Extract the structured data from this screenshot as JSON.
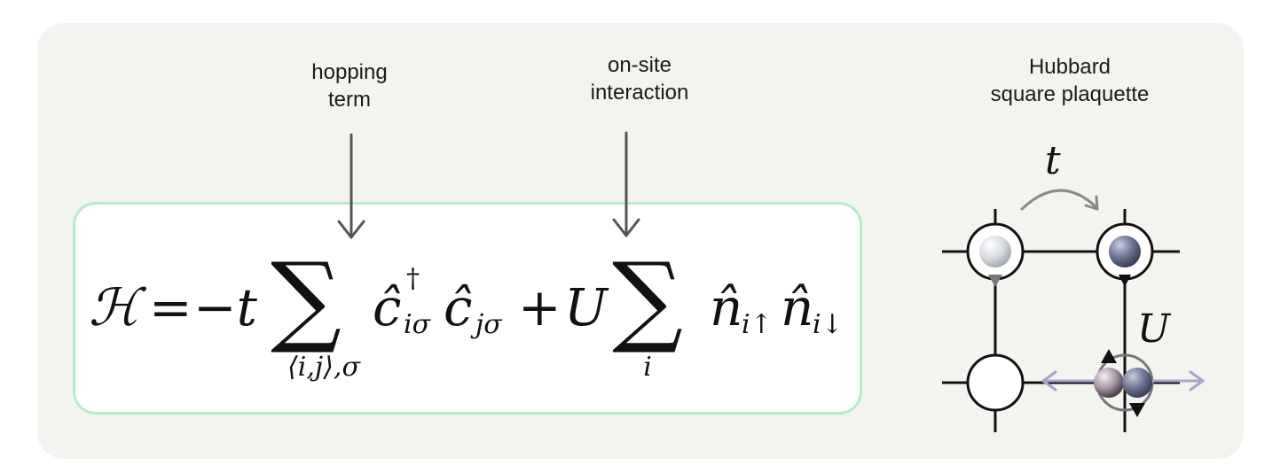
{
  "labels": {
    "hopping": [
      "hopping",
      "term"
    ],
    "onsite": [
      "on-site",
      "interaction"
    ],
    "plaquette": [
      "Hubbard",
      "square plaquette"
    ]
  },
  "equation": {
    "hamiltonian": "ℋ",
    "equals": "=",
    "minus_t": "−t",
    "sum": "∑",
    "sum1_index": "⟨i,j⟩,σ",
    "c_dag": "ĉ",
    "dagger": "†",
    "c_dag_sub": "iσ",
    "c": "ĉ",
    "c_sub": "jσ",
    "plus": "+",
    "U": "U",
    "sum2_index": "i",
    "n1": "n̂",
    "n1_sub": "i↑",
    "n2": "n̂",
    "n2_sub": "i↓"
  },
  "plaquette": {
    "t_label": "t",
    "U_label": "U",
    "colors": {
      "light_electron": "#d7d9df",
      "dark_electron": "#6f7594",
      "mauve_electron": "#a89aa6",
      "hop_arrow": "#8a8a8a",
      "double_arrow": "#a9a4c8",
      "pointer_arrow": "#555555",
      "frame": "#b6ecc6",
      "panel": "#f3f3f0"
    }
  }
}
